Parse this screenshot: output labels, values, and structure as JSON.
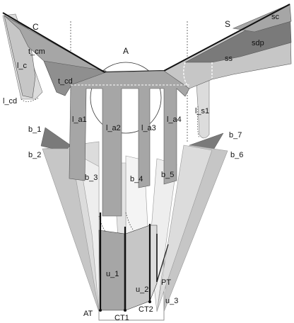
{
  "labels": {
    "A": "A",
    "C": "C",
    "S": "S",
    "sc": "sc",
    "sdp": "sdp",
    "ss": "ss",
    "tcm": "t_cm",
    "tcd": "t_cd",
    "lc": "l_c",
    "lcd": "l_cd",
    "la1": "l_a1",
    "la2": "l_a2",
    "la3": "l_a3",
    "la4": "l_a4",
    "ls1": "l_s1",
    "b1": "b_1",
    "b2": "b_2",
    "b3": "b_3",
    "b4": "b_4",
    "b5": "b_5",
    "b6": "b_6",
    "b7": "b_7",
    "u1": "u_1",
    "u2": "u_2",
    "u3": "u_3",
    "AT": "AT",
    "PT": "PT",
    "CT1": "CT1",
    "CT2": "CT2"
  },
  "colors": {
    "dark": "#7a7a7a",
    "mid": "#a6a6a6",
    "light": "#c6c6c6",
    "lighter": "#dcdcdc",
    "pale": "#eeeeee",
    "outline": "#111111"
  }
}
